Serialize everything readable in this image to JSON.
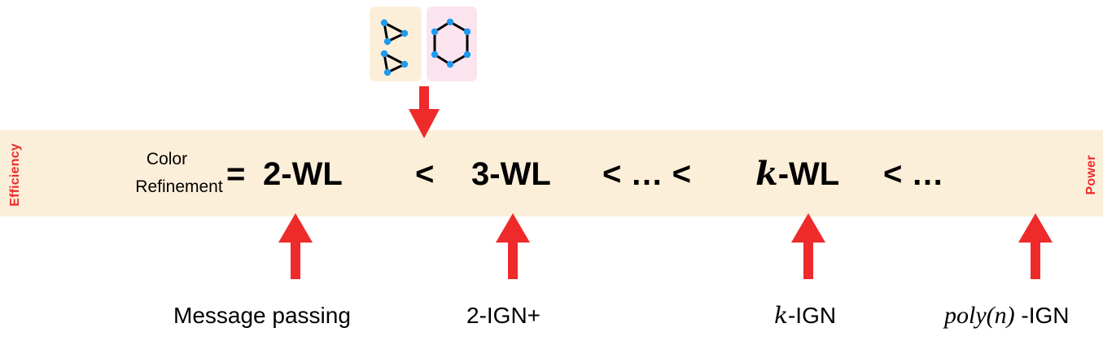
{
  "side_labels": {
    "left": "Efficiency",
    "right": "Power"
  },
  "chain": {
    "color_refinement_line1": "Color",
    "color_refinement_line2": "Refinement",
    "equals": "=",
    "two_wl": "2-WL",
    "lt1": "<",
    "three_wl": "3-WL",
    "lt_ellipsis_lt": "< … <",
    "k_symbol": "k",
    "k_wl_suffix": "-WL",
    "lt_ellipsis": "< …"
  },
  "models": {
    "message_passing": "Message passing",
    "two_ign_plus": "2-IGN+",
    "k_ign_symbol": "k",
    "k_ign_suffix": "-IGN",
    "poly_prefix": "poly(n)",
    "poly_suffix": " -IGN"
  },
  "colors": {
    "band": "#fcefd9",
    "accent_red": "#ee2a2a",
    "node_blue": "#1e9bf0",
    "thumb_orange": "#fcefd9",
    "thumb_pink": "#fce4ef"
  },
  "icons": [
    "triangle-pair-graph-icon",
    "hexagon-graph-icon",
    "red-arrow-down-icon",
    "red-arrow-up-icon"
  ]
}
